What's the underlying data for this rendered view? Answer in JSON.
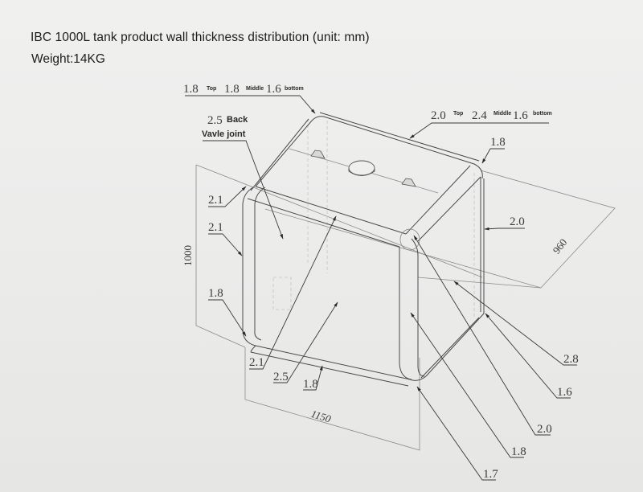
{
  "header": {
    "title": "IBC 1000L tank product wall thickness distribution (unit: mm)",
    "weight": "Weight:14KG"
  },
  "dimensions": {
    "height": "1000",
    "length": "1150",
    "width": "960"
  },
  "callouts": {
    "top_left_edge": {
      "v1": "1.8",
      "l1": "Top",
      "v2": "1.8",
      "l2": "Middle",
      "v3": "1.6",
      "l3": "bottom"
    },
    "top_right_edge": {
      "v1": "2.0",
      "l1": "Top",
      "v2": "2.4",
      "l2": "Middle",
      "v3": "1.6",
      "l3": "bottom"
    },
    "back_valve": {
      "value": "2.5",
      "label1": "Back",
      "label2": "Vavle joint"
    },
    "right_corner_top": "1.8",
    "right_side": "2.0",
    "left_upper_corner": "2.1",
    "left_side": "2.1",
    "left_lower_corner": "1.8",
    "front_bottom_left": "2.1",
    "front_face": "2.5",
    "bottom_edge": "1.8",
    "right_2_8": "2.8",
    "right_1_6": "1.6",
    "right_2_0": "2.0",
    "right_1_8": "1.8",
    "right_1_7": "1.7"
  }
}
